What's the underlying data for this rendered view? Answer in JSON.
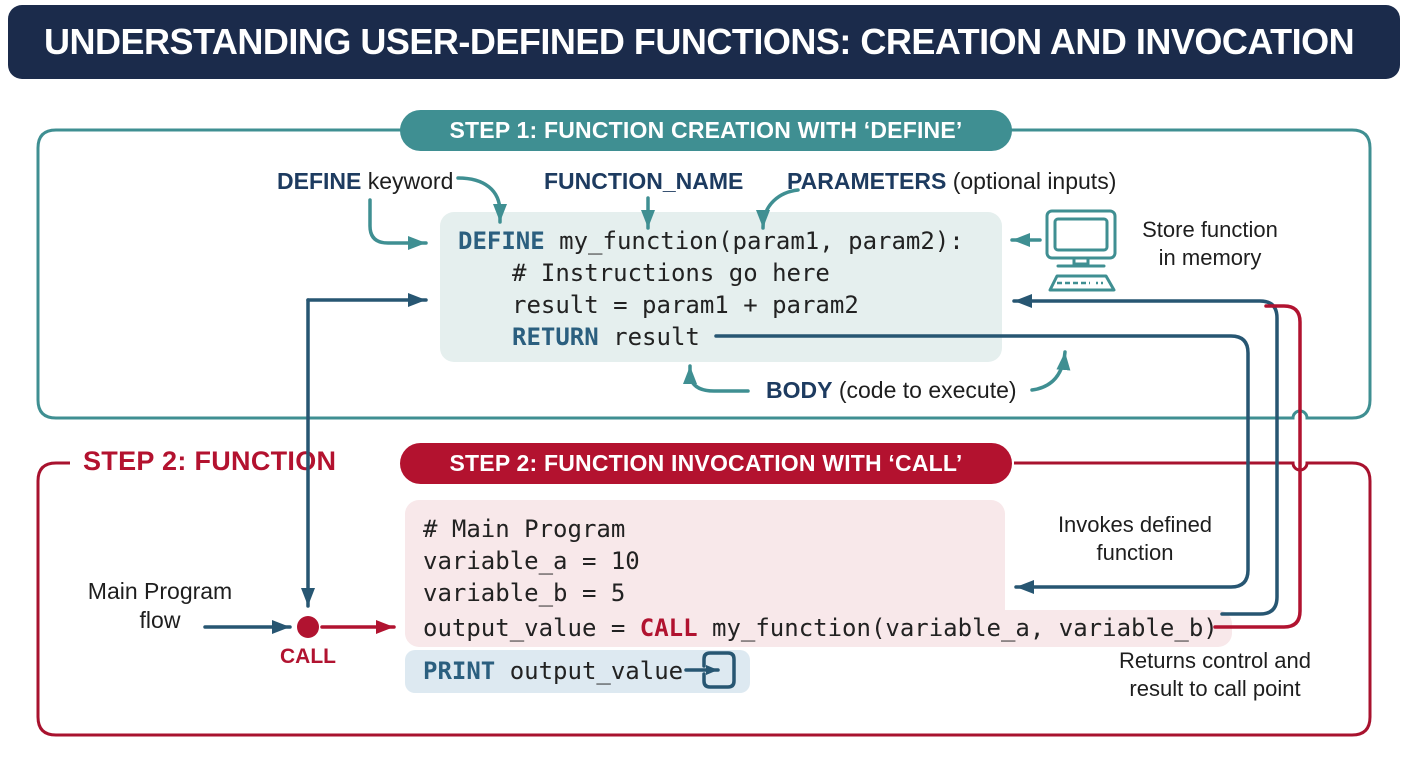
{
  "colors": {
    "header_navy": "#1b2b4b",
    "teal": "#3f8f92",
    "crimson": "#b3122f",
    "keyword_blue": "#2b5f7f",
    "line_navy": "#275672",
    "mint_bg": "#e5efee",
    "pink_bg": "#f8e8ea",
    "chip_bg": "#dde9f1"
  },
  "header": {
    "title": "UNDERSTANDING USER-DEFINED FUNCTIONS: CREATION AND INVOCATION"
  },
  "step1": {
    "pill": "STEP 1: FUNCTION CREATION WITH ‘DEFINE’",
    "annotations": {
      "define_bold": "DEFINE",
      "define_rest": " keyword",
      "function_name": "FUNCTION_NAME",
      "parameters_bold": "PARAMETERS",
      "parameters_rest": " (optional inputs)",
      "body_bold": "BODY",
      "body_rest": " (code to execute)",
      "store_line1": "Store function",
      "store_line2": "in memory"
    },
    "code": {
      "l1_kw": "DEFINE",
      "l1_rest": " my_function(param1, param2):",
      "l2": "# Instructions go here",
      "l3": "result = param1 + param2",
      "l4_kw": "RETURN",
      "l4_rest": " result"
    }
  },
  "step2": {
    "pill": "STEP 2: FUNCTION INVOCATION WITH ‘CALL’",
    "partial_label": "STEP 2: FUNCTION",
    "labels": {
      "main_flow_l1": "Main Program",
      "main_flow_l2": "flow",
      "call": "CALL",
      "invokes_l1": "Invokes defined",
      "invokes_l2": "function",
      "returns_l1": "Returns control and",
      "returns_l2": "result to call point"
    },
    "code": {
      "l1": "# Main Program",
      "l2": "variable_a = 10",
      "l3": "variable_b = 5",
      "l4_pre": "output_value = ",
      "l4_kw": "CALL",
      "l4_rest": " my_function(variable_a, variable_b)",
      "print_kw": "PRINT",
      "print_rest": " output_value"
    }
  },
  "icons": {
    "computer": "computer-monitor-icon",
    "export_arrow": "arrow-into-box-icon"
  }
}
